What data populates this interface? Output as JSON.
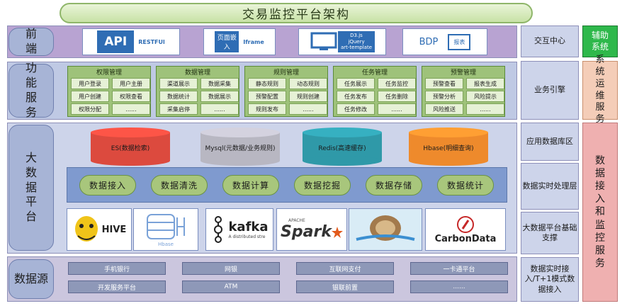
{
  "title": "交易监控平台架构",
  "layers": {
    "frontend": "前端",
    "function": "功能服务",
    "bigdata": "大数据平台",
    "datasource": "数据源"
  },
  "frontend_items": {
    "api": "API",
    "api_sub": "RESTFUl",
    "embed": "页面嵌入",
    "embed_sub": "Iframe",
    "d3": "D3.js",
    "d3_2": "jQuery",
    "d3_3": "art-template",
    "bdp": "BDP",
    "bdp_sub": "报表"
  },
  "function_groups": [
    {
      "title": "权限管理",
      "items": [
        "用户登录",
        "用户主册",
        "用户创建",
        "权限查看",
        "权限分配",
        "......"
      ]
    },
    {
      "title": "数据管理",
      "items": [
        "渠道展示",
        "数据采集",
        "数据统计",
        "数据展示",
        "采集启停",
        "......"
      ]
    },
    {
      "title": "规则管理",
      "items": [
        "静态规则",
        "动态规则",
        "预警配置",
        "规则创建",
        "规则发布",
        "......"
      ]
    },
    {
      "title": "任务管理",
      "items": [
        "任务展示",
        "任务监控",
        "任务发布",
        "任务删除",
        "任务修改",
        "......"
      ]
    },
    {
      "title": "预警管理",
      "items": [
        "预警查看",
        "报表生成",
        "预警分析",
        "风险提示",
        "风险推送",
        "......"
      ]
    }
  ],
  "databases": [
    {
      "label": "ES(数据检索)",
      "color": "#dc4a3e"
    },
    {
      "label": "Mysql(元数据/业务规则)",
      "color": "#b8b7c2"
    },
    {
      "label": "Redis(高速缓存)",
      "color": "#2f99a8"
    },
    {
      "label": "Hbase(明细查询)",
      "color": "#ee8a2c"
    }
  ],
  "pipeline": [
    "数据接入",
    "数据清洗",
    "数据计算",
    "数据挖掘",
    "数据存储",
    "数据统计"
  ],
  "tech_logos": {
    "hive": "HIVE",
    "hbase": "Hbase",
    "kafka": "kafka",
    "kafka_sub": "A distributed stre",
    "spark_top": "APACHE",
    "spark": "Spark",
    "flume": "FLUME",
    "carbondata": "CarbonData"
  },
  "datasources": [
    "手机银行",
    "网银",
    "互联网支付",
    "一卡通平台",
    "开发服务平台",
    "ATM",
    "银联前置",
    "......"
  ],
  "right_column": [
    "交互中心",
    "业务引擎",
    "应用数据库区",
    "数据实时处理层",
    "大数据平台基础支撑",
    "数据实时接入/T+1模式数据接入"
  ],
  "side_boxes": {
    "assist": "辅助系统",
    "ops": "系统运维服务",
    "monitor": "数据接入和监控服务"
  }
}
